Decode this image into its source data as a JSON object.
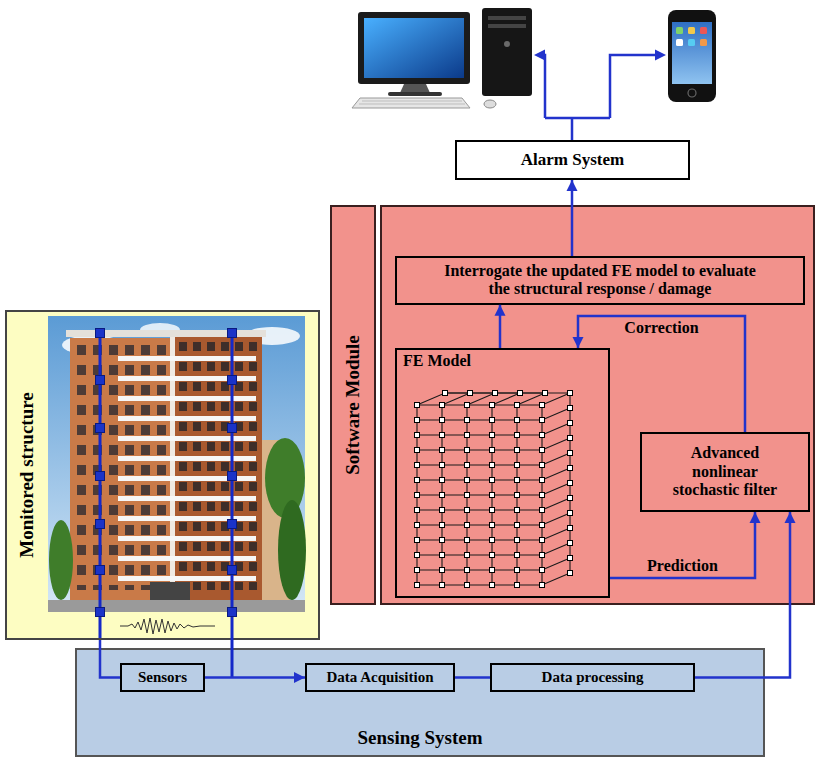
{
  "diagram": {
    "nodes": [
      {
        "text": [
          "Alarm System"
        ]
      },
      {
        "text": [
          "Software Module"
        ]
      },
      {
        "text": [
          "Interrogate the updated FE model to evaluate the structural response / damage"
        ],
        "in": 1
      },
      {
        "text": [
          "FE Model"
        ],
        "in": 1
      },
      {
        "text": [
          "Advanced nonlinear stochastic filter"
        ],
        "in": 1
      },
      {
        "text": [
          "Monitored structure"
        ]
      },
      {
        "text": [
          "Sensing System"
        ]
      },
      {
        "text": [
          "Sensors"
        ],
        "in": 6
      },
      {
        "text": [
          "Data Acquisition"
        ],
        "in": 6
      },
      {
        "text": [
          "Data processing"
        ],
        "in": 6
      }
    ],
    "edges": [
      {
        "from": 5,
        "to": 7,
        "arrow": "none"
      },
      {
        "from": 7,
        "to": 8,
        "arrow": "to"
      },
      {
        "from": 8,
        "to": 9,
        "arrow": "none"
      },
      {
        "from": 9,
        "to": 4,
        "arrow": "to"
      },
      {
        "from": 3,
        "to": 4,
        "label": "Prediction",
        "arrow": "to"
      },
      {
        "from": 4,
        "to": 3,
        "label": "Correction",
        "arrow": "to"
      },
      {
        "from": 3,
        "to": 2,
        "arrow": "to"
      },
      {
        "from": 2,
        "to": 0,
        "arrow": "to"
      }
    ]
  }
}
